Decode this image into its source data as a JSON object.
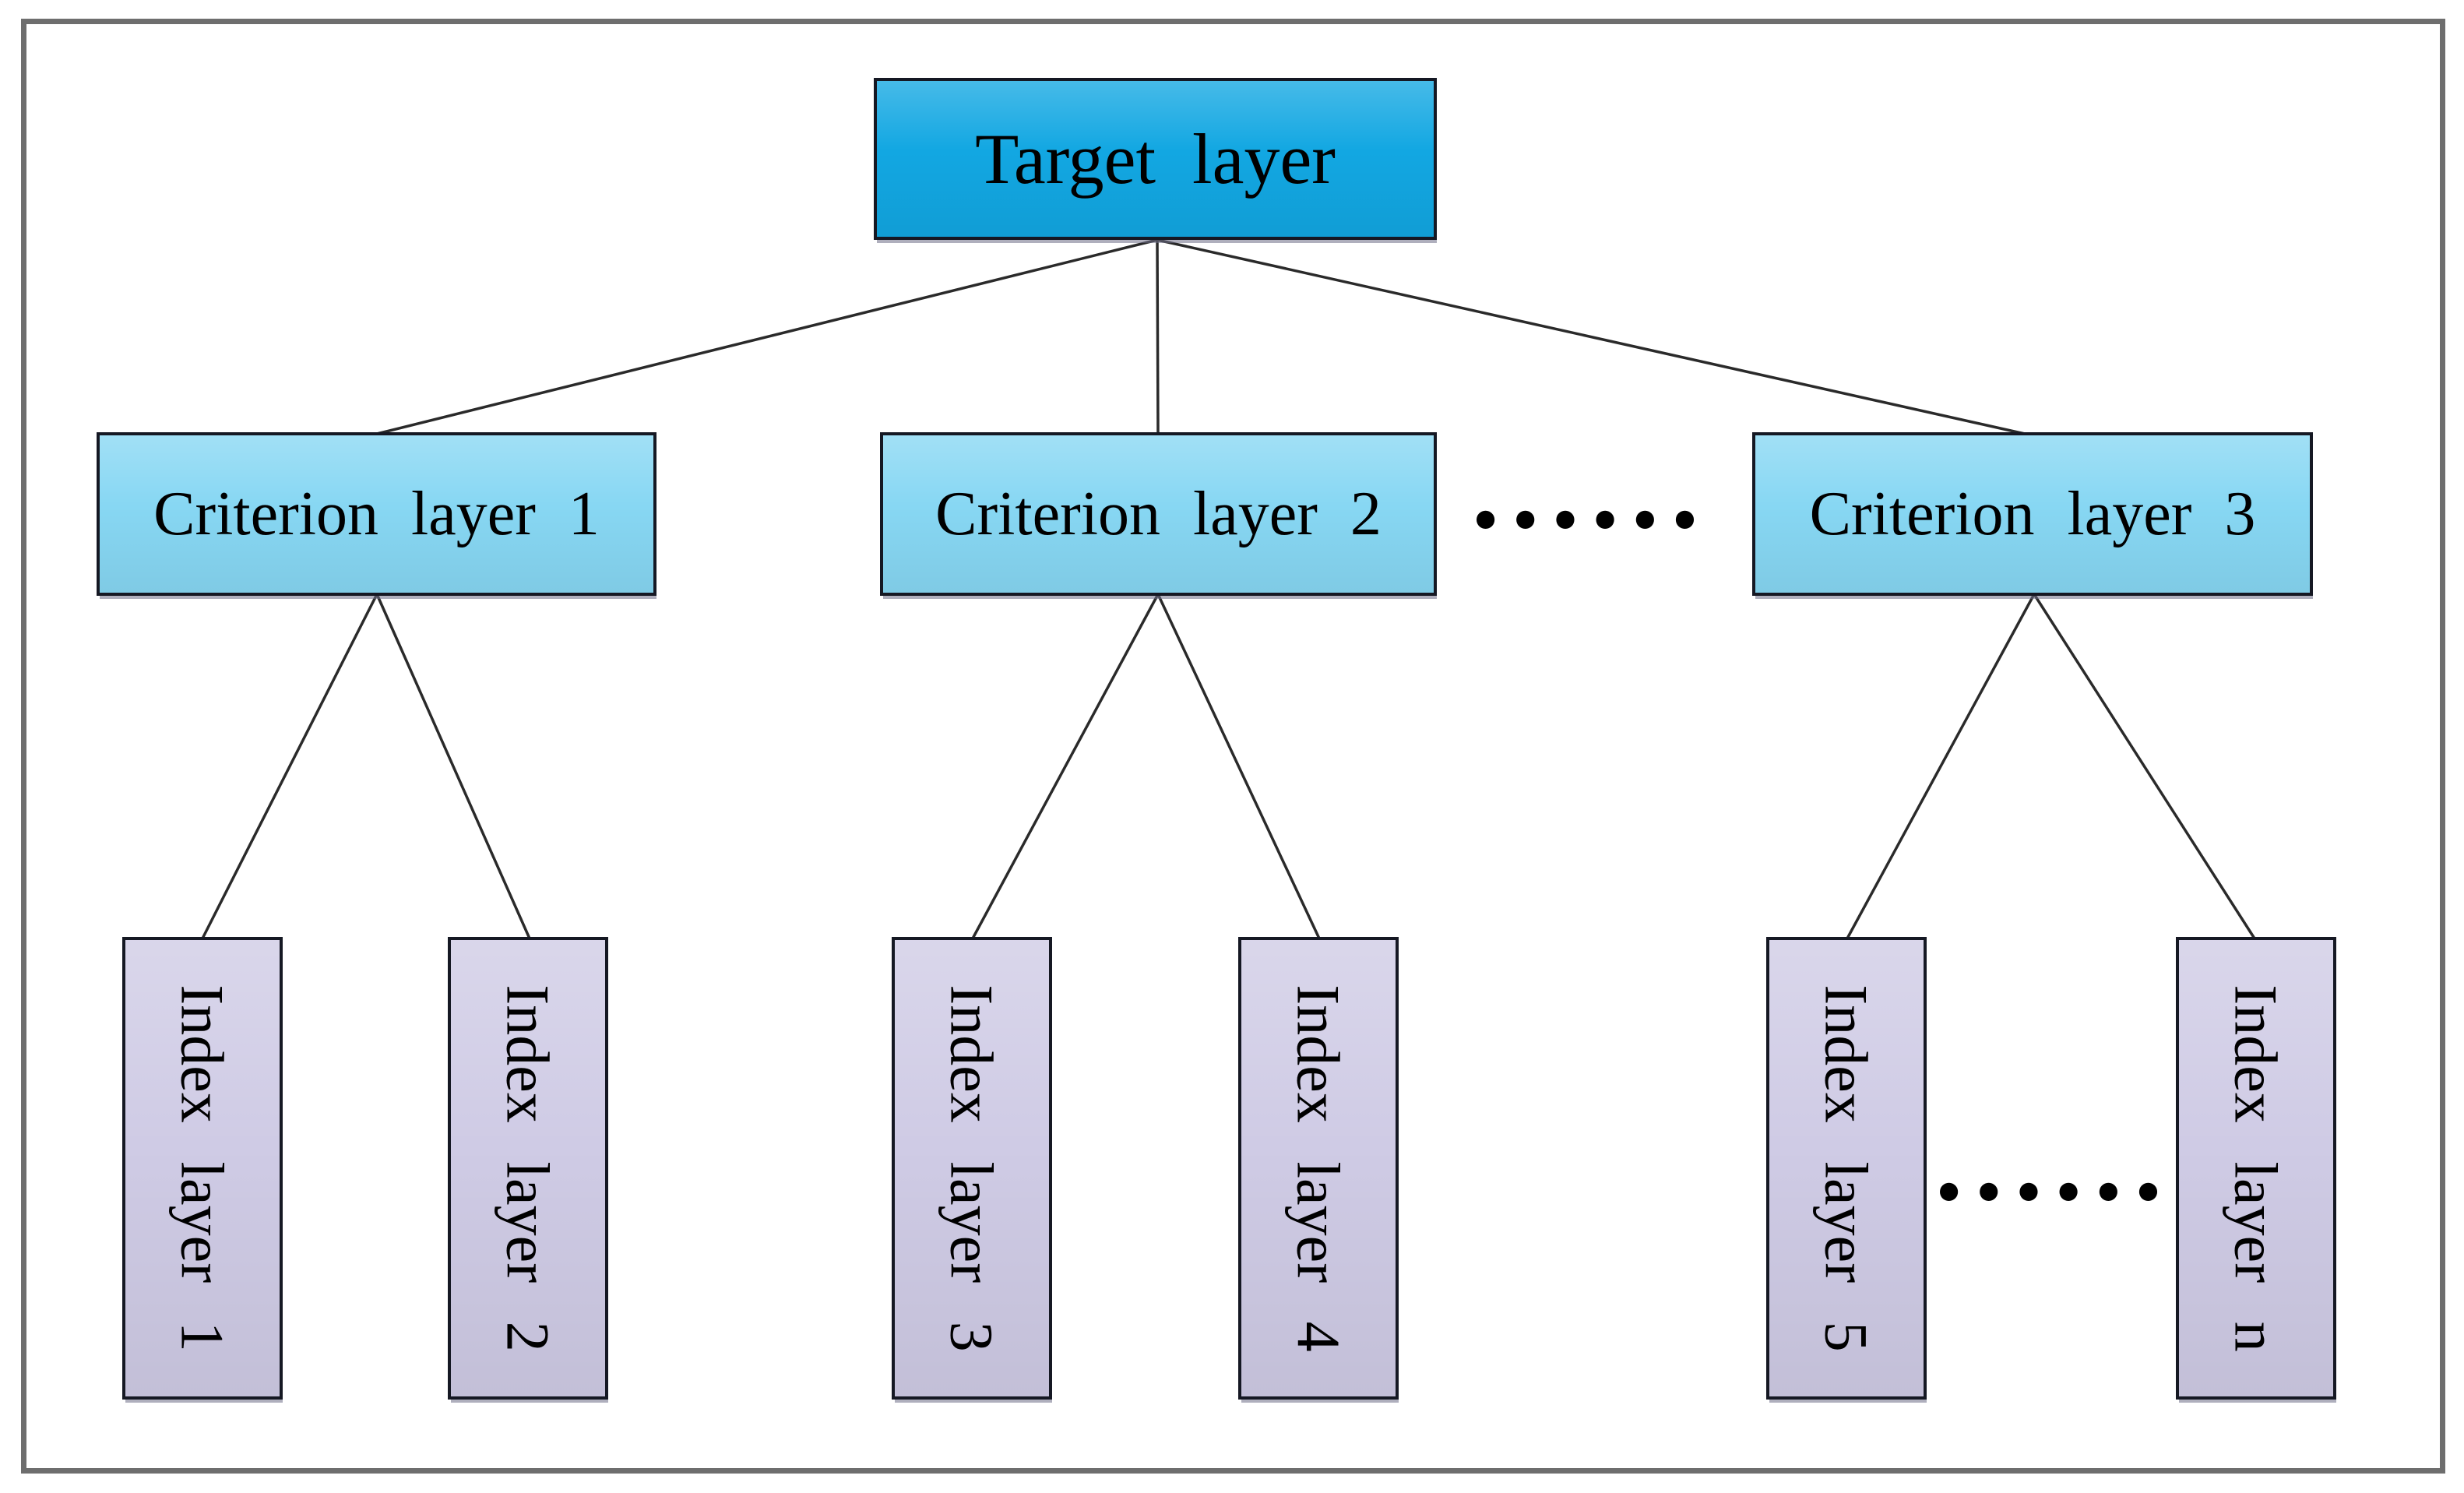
{
  "diagram": {
    "target": {
      "label": "Target layer"
    },
    "criteria": [
      {
        "label": "Criterion layer 1"
      },
      {
        "label": "Criterion layer 2"
      },
      {
        "label": "Criterion layer 3"
      }
    ],
    "criteria_ellipsis": "••••••",
    "indices": [
      {
        "label": "Index layer 1"
      },
      {
        "label": "Index layer 2"
      },
      {
        "label": "Index layer 3"
      },
      {
        "label": "Index layer 4"
      },
      {
        "label": "Index layer 5"
      },
      {
        "label": "Index layer n"
      }
    ],
    "index_ellipsis": "••••••",
    "colors": {
      "target_fill": "#12a7e2",
      "criterion_fill": "#87d7f3",
      "index_fill": "#cfcbe5",
      "box_border": "#151823",
      "line": "#2a2a2a",
      "frame_border": "#6e6e6e",
      "text": "#000000"
    }
  }
}
